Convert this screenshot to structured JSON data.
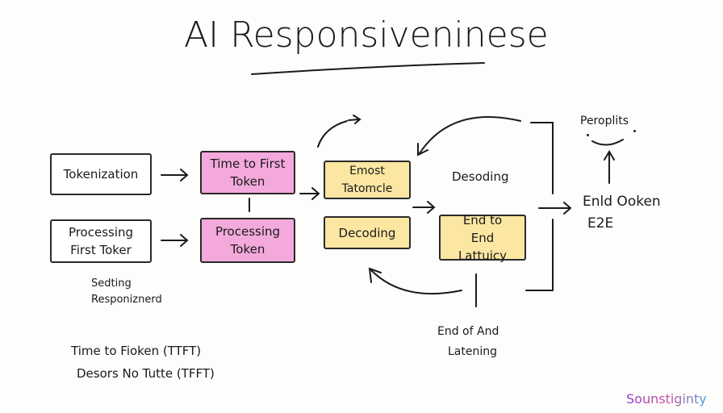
{
  "title": "AI Responsiveninese",
  "boxes": {
    "tokenization": "Tokenization",
    "processing_first": "Processing First Toker",
    "ttft": "Time to First Token",
    "processing_token": "Processing Token",
    "emost": "Emost Tatomcle",
    "decoding": "Decoding",
    "e2e_latency": "End to End Lattuicy"
  },
  "labels": {
    "desoding": "Desoding",
    "end_token": "Enld Ooken",
    "e2e": "E2E",
    "peroplits": "Peroplits",
    "sedting": "Sedting",
    "responiznerd": "Responiznerd",
    "end_of_and": "End of And",
    "latening": "Latening",
    "ttft_line1": "Time to Fioken (TTFT)",
    "ttft_line2": "Desors No Tutte (TFFT)"
  },
  "watermark": "Sounstiginty",
  "colors": {
    "pink": "#f4a9dc",
    "yellow": "#fbe6a2",
    "watermark": "#9b4fc0"
  }
}
